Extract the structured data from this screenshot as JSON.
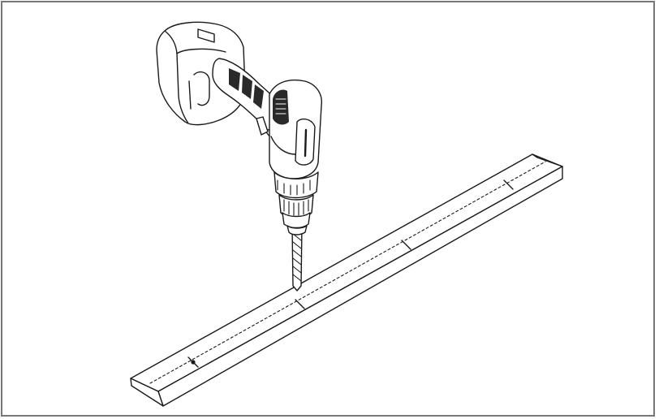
{
  "illustration": {
    "subject": [
      "cordless-drill",
      "drill-bit",
      "wooden-rail"
    ],
    "mark_count": 4,
    "line_color": "#1a1a1a",
    "fill_color": "#ffffff",
    "border_color": "#777777"
  }
}
